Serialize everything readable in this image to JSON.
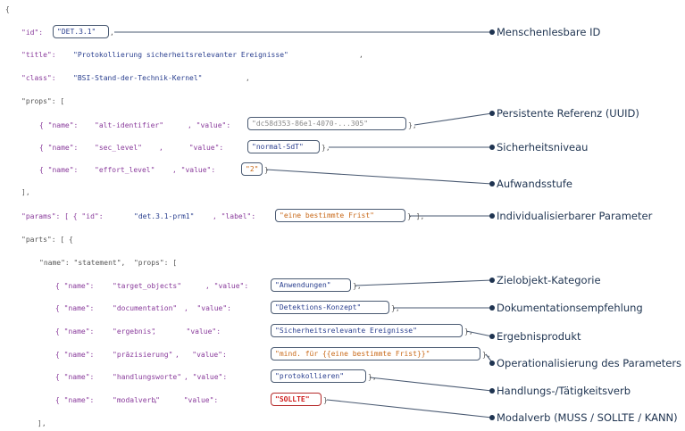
{
  "code": {
    "open_brace": "{",
    "id_key": "\"id\":",
    "id_value": "\"DET.3.1\"",
    "title_key": "\"title\":",
    "title_value": "\"Protokollierung sicherheitsrelevanter Ereignisse\"",
    "class_key": "\"class\":",
    "class_value": "\"BSI-Stand-der-Technik-Kernel\"",
    "comma": ",",
    "props_key": "\"props\": [",
    "props": [
      {
        "name_key": "{ \"name\":",
        "name": "\"alt-identifier\"",
        "value_key": ", \"value\":",
        "value": "\"dc58d353-86e1-4070-...305\"",
        "close": "},"
      },
      {
        "name_key": "{ \"name\":",
        "name": "\"sec_level\"",
        "value_key": ",      \"value\":",
        "value": "\"normal-SdT\"",
        "close": "},"
      },
      {
        "name_key": "{ \"name\":",
        "name": "\"effort_level\"",
        "value_key": ", \"value\":",
        "value": "\"2\"",
        "close": "}"
      }
    ],
    "props_close": "],",
    "params_prefix": "\"params\": [ { \"id\":",
    "params_id": "\"det.3.1-prm1\"",
    "params_label_key": ", \"label\":",
    "params_label": "\"eine bestimmte Frist\"",
    "params_close": "} ],",
    "parts_key": "\"parts\": [ {",
    "statement_line": "\"name\": \"statement\",  \"props\": [",
    "parts_props": [
      {
        "name_key": "{ \"name\":",
        "name": "\"target_objects\"",
        "value_key": ", \"value\":",
        "value": "\"Anwendungen\"",
        "close": "},"
      },
      {
        "name_key": "{ \"name\":",
        "name": "\"documentation\"",
        "value_key": ",  \"value\":",
        "value": "\"Detektions-Konzept\"",
        "close": "},"
      },
      {
        "name_key": "{ \"name\":",
        "name": "\"ergebnis\"",
        "value_key": ",       \"value\":",
        "value": "\"Sicherheitsrelevante Ereignisse\"",
        "close": "},"
      },
      {
        "name_key": "{ \"name\":",
        "name": "\"präzisierung\"",
        "value_key": ",   \"value\":",
        "value": "\"mind. für {{eine bestimmte Frist}}\"",
        "close": "},"
      },
      {
        "name_key": "{ \"name\":",
        "name": "\"handlungsworte\"",
        "value_key": ", \"value\":",
        "value": "\"protokollieren\"",
        "close": "},"
      },
      {
        "name_key": "{ \"name\":",
        "name": "\"modalverb\"",
        "value_key": ",      \"value\":",
        "value": "\"SOLLTE\"",
        "close": "}"
      }
    ],
    "parts_close": "],"
  },
  "annotations": [
    "Menschenlesbare ID",
    "Persistente Referenz (UUID)",
    "Sicherheitsniveau",
    "Aufwandsstufe",
    "Individualisierbarer Parameter",
    "Zielobjekt-Kategorie",
    "Dokumentationsempfehlung",
    "Ergebnisprodukt",
    "Operationalisierung des Parameters",
    "Handlungs-/Tätigkeitsverb",
    "Modalverb  (MUSS / SOLLTE / KANN)"
  ],
  "colors": {
    "key": "#8a3c9c",
    "string": "#2a3f8f",
    "uuid": "#8a8a8a",
    "param": "#c96a1a",
    "modal": "#d01c1c",
    "connector": "#4a5a72",
    "label": "#1e3350"
  }
}
